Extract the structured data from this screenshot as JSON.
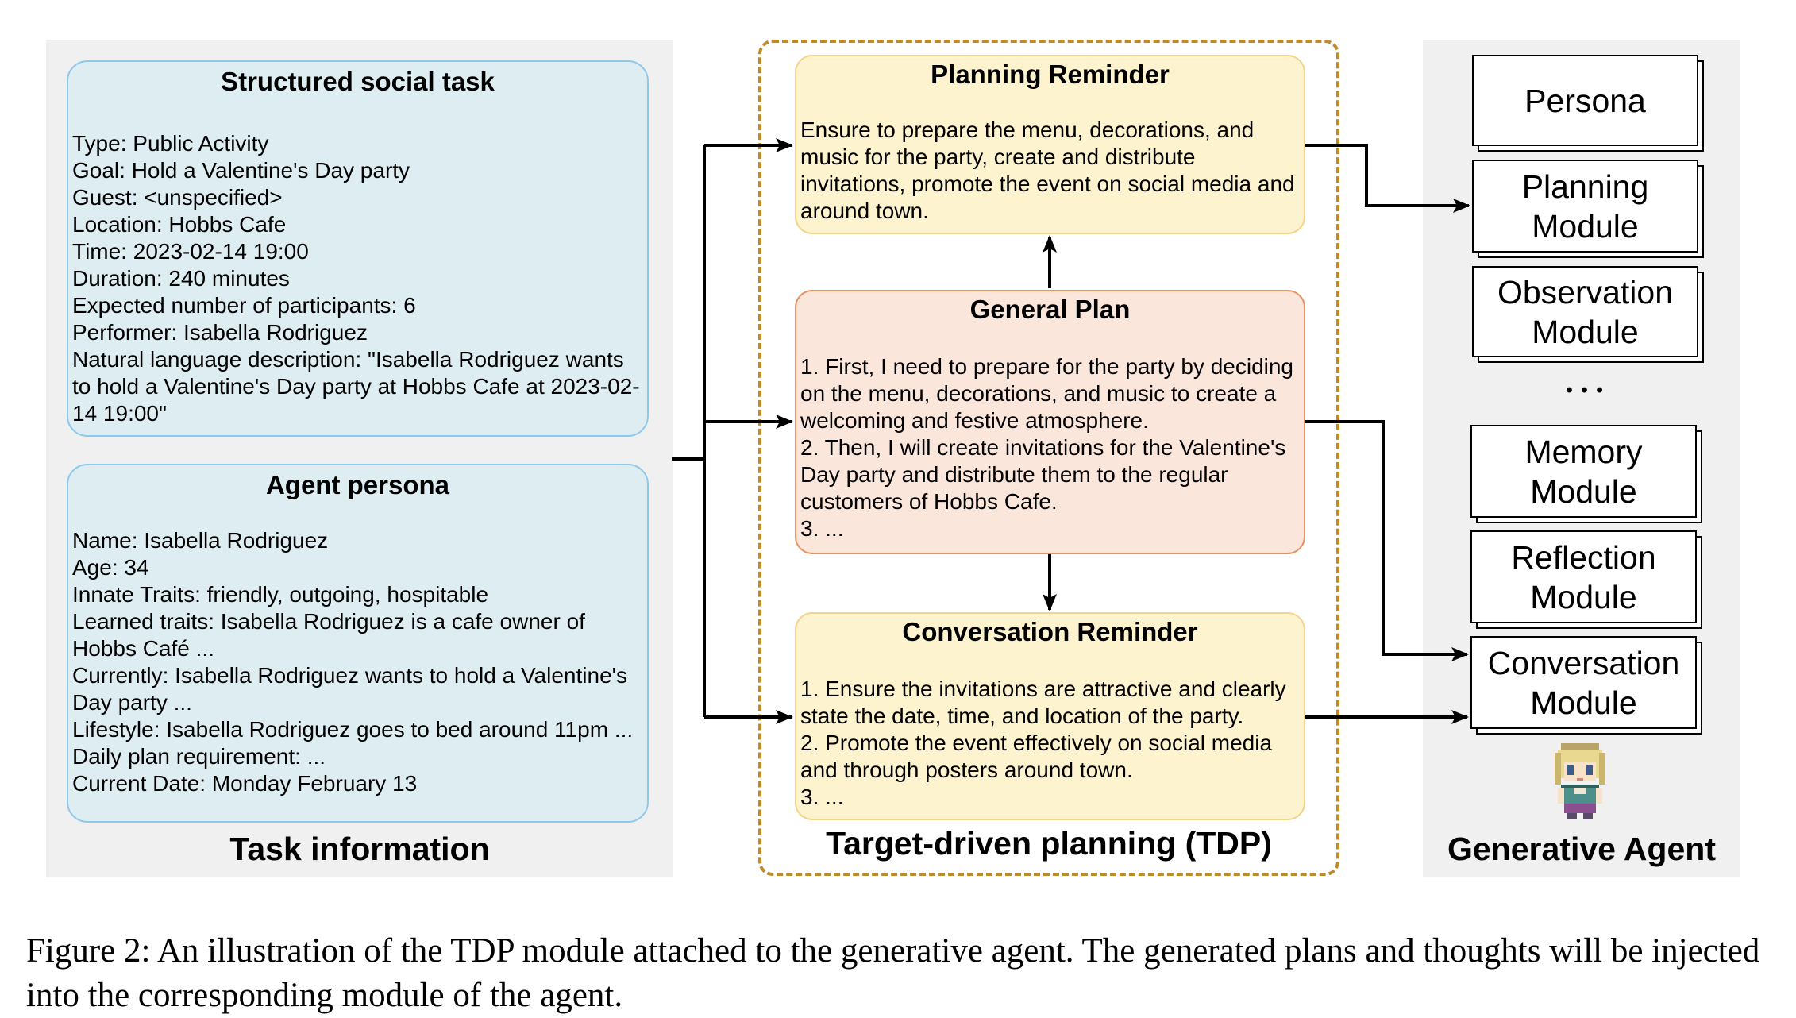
{
  "task_panel": {
    "label": "Task information",
    "structured_task": {
      "title": "Structured social task",
      "lines": [
        "Type: Public Activity",
        "Goal: Hold a Valentine's Day party",
        "Guest: <unspecified>",
        "Location: Hobbs Cafe",
        "Time: 2023-02-14 19:00",
        "Duration: 240 minutes",
        "Expected number of participants: 6",
        "Performer: Isabella Rodriguez",
        "Natural language description: \"Isabella Rodriguez wants to hold a Valentine's Day party at Hobbs Cafe at 2023-02-14 19:00\""
      ]
    },
    "agent_persona": {
      "title": "Agent persona",
      "lines": [
        "Name: Isabella Rodriguez",
        "Age: 34",
        "Innate Traits: friendly, outgoing, hospitable",
        "Learned traits: Isabella Rodriguez is a cafe owner of Hobbs Café ...",
        "Currently: Isabella Rodriguez wants to hold a Valentine's Day party  ...",
        "Lifestyle: Isabella Rodriguez goes to bed around 11pm ...",
        "Daily plan requirement:  ...",
        "Current Date: Monday February 13"
      ]
    }
  },
  "tdp_panel": {
    "label": "Target-driven planning (TDP)",
    "planning_reminder": {
      "title": "Planning Reminder",
      "text": "Ensure to prepare the menu, decorations, and music for the party, create and distribute invitations, promote the event on social media and around town."
    },
    "general_plan": {
      "title": "General Plan",
      "text": "1. First, I need to prepare for the party by deciding on the menu, decorations, and music to create a welcoming and festive atmosphere.\n2. Then, I will create invitations for the Valentine's Day party and distribute them to the regular customers of Hobbs Cafe.\n3. ..."
    },
    "conversation_reminder": {
      "title": "Conversation Reminder",
      "text": "1. Ensure the invitations are attractive and clearly state the date, time, and location of the party.\n2. Promote the event effectively on social media and through posters around town.\n3. ..."
    }
  },
  "agent_panel": {
    "label": "Generative Agent",
    "modules": [
      "Persona",
      "Planning\nModule",
      "Observation\nModule",
      "Memory\nModule",
      "Reflection\nModule",
      "Conversation\nModule"
    ],
    "ellipsis": "• • •"
  },
  "caption": "Figure 2: An illustration of the TDP module attached to the generative agent. The generated plans and thoughts will be injected into the corresponding module of the agent.",
  "colors": {
    "panel_bg": "#f0f0f0",
    "blue_fill": "#deedf1",
    "blue_border": "#8ec8ea",
    "yellow_fill": "#fdf3cf",
    "yellow_border": "#f2d48a",
    "orange_fill": "#fbe6dc",
    "orange_border": "#e79162",
    "tdp_dash": "#c08a2a"
  }
}
